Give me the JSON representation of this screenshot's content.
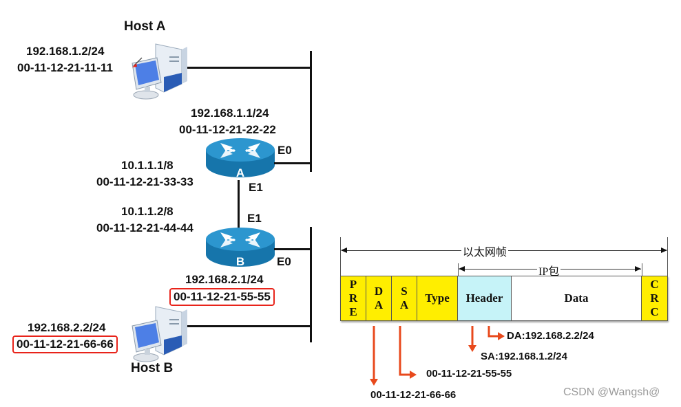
{
  "topology": {
    "host_a": {
      "name": "Host A",
      "ip": "192.168.1.2/24",
      "mac": "00-11-12-21-11-11"
    },
    "host_b": {
      "name": "Host B",
      "ip": "192.168.2.2/24",
      "mac": "00-11-12-21-66-66",
      "mac_highlighted": true
    },
    "router_a": {
      "name": "A",
      "e0": {
        "label": "E0",
        "ip": "192.168.1.1/24",
        "mac": "00-11-12-21-22-22"
      },
      "e1": {
        "label": "E1",
        "ip": "10.1.1.1/8",
        "mac": "00-11-12-21-33-33"
      }
    },
    "router_b": {
      "name": "B",
      "e1": {
        "label": "E1",
        "ip": "10.1.1.2/8",
        "mac": "00-11-12-21-44-44"
      },
      "e0": {
        "label": "E0",
        "ip": "192.168.2.1/24",
        "mac": "00-11-12-21-55-55",
        "mac_highlighted": true
      }
    }
  },
  "frame": {
    "ethernet_label": "以太网帧",
    "ip_label": "IP包",
    "fields": [
      {
        "id": "pre",
        "label": "P\nR\nE"
      },
      {
        "id": "da",
        "label": "D\nA"
      },
      {
        "id": "sa",
        "label": "S\nA"
      },
      {
        "id": "type",
        "label": "Type"
      },
      {
        "id": "header",
        "label": "Header"
      },
      {
        "id": "data",
        "label": "Data"
      },
      {
        "id": "crc",
        "label": "C\nR\nC"
      }
    ],
    "annotations": {
      "ip_da": "DA:192.168.2.2/24",
      "ip_sa": "SA:192.168.1.2/24",
      "mac_sa": "00-11-12-21-55-55",
      "mac_da": "00-11-12-21-66-66"
    }
  },
  "colors": {
    "highlight": "#e8231a",
    "arrow": "#e8491c",
    "eth_field": "#ffee00",
    "ip_header": "#c6f3f8",
    "router": "#1a86bf"
  },
  "watermark": "CSDN @Wangsh@"
}
